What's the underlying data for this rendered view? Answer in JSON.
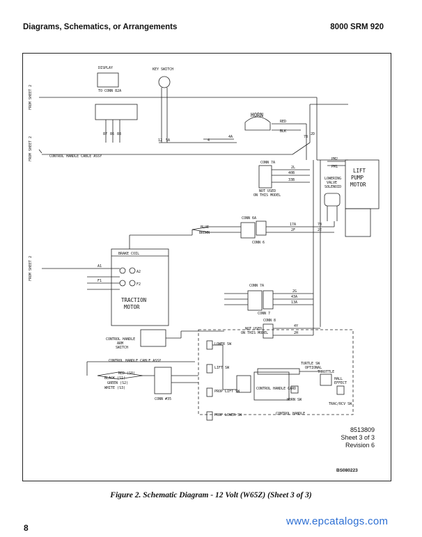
{
  "header": {
    "left_title": "Diagrams, Schematics, or Arrangements",
    "right_title": "8000 SRM 920"
  },
  "diagram": {
    "display": "DISPLAY",
    "to_conn": "TO CONN 82A",
    "key_switch": "KEY SWITCH",
    "from_sheet_top": "FROM SHEET 2",
    "from_sheet_mid": "FROM SHEET 2",
    "from_sheet_low": "FROM SHEET 2",
    "horn": "HORN",
    "control_handle_cable": "CONTROL HANDLE CABLE ASSY",
    "control_handle_cable_2": "CONTROL HANDLE CABLE ASSY",
    "lift_pump_motor_1": "LIFT",
    "lift_pump_motor_2": "PUMP",
    "lift_pump_motor_3": "MOTOR",
    "conn7a": "CONN 7A",
    "not_used_1": "NOT USED",
    "not_used_2": "ON THIS MODEL",
    "lowering_valve_1": "LOWERING",
    "lowering_valve_2": "VALVE",
    "lowering_valve_3": "SOLENOID",
    "conn6a": "CONN 6A",
    "conn6": "CONN 6",
    "blue": "BLUE",
    "brown": "BROWN",
    "brake_coil": "BRAKE COIL",
    "traction_motor_1": "TRACTION",
    "traction_motor_2": "MOTOR",
    "conn7": "CONN 7",
    "conn7a_lower": "CONN 7A",
    "conn8": "CONN 8",
    "not_used_3": "NOT USED",
    "not_used_4": "ON THIS MODEL",
    "ch_arm_switch_1": "CONTROL HANDLE",
    "ch_arm_switch_2": "ARM",
    "ch_arm_switch_3": "SWITCH",
    "red": "RED (S0)",
    "black": "BLACK (S1)",
    "green": "GREEN (S2)",
    "white": "WHITE (S3)",
    "conn_ds": "CONN #35",
    "lower_sw": "LOWER SW",
    "lift_sw": "LIFT SW",
    "prop_lift_sw": "PROP LIFT SW",
    "prop_lower_sw": "PROP LOWER SW",
    "control_handle_card": "CONTROL HANDLE CARD",
    "turtle_sw": "TURTLE SW",
    "optional": "OPTIONAL",
    "throttle_1": "THROTTLE",
    "throttle_2": "HALL",
    "throttle_3": "EFFECT",
    "horn_sw": "HORN SW",
    "trac_rev_sw": "TRAC/RCV SW",
    "control_handle": "CONTROL HANDLE",
    "wire_labels": {
      "w12": "12",
      "w5a": "5A",
      "w4a": "4A",
      "w4": "4",
      "wred": "RED",
      "wblk": "BLK",
      "w7b": "7B",
      "w2d": "2D",
      "wpm2": "PM2",
      "wpm1": "PM1",
      "w2l": "2L",
      "w40b": "40B",
      "w33b": "33B",
      "w17a": "17A",
      "w2f": "2F",
      "w7b2": "7B",
      "w2e": "2E",
      "w2g": "2G",
      "w43a": "43A",
      "w13a": "13A",
      "w4y": "4Y",
      "w2h": "2H",
      "wa1": "A1",
      "wa2": "A2",
      "wf1": "F1",
      "wf2": "F2",
      "w87": "87",
      "w86": "86",
      "w88": "88"
    }
  },
  "revision": {
    "doc_number": "8513809",
    "sheet": "Sheet 3 of 3",
    "revision": "Revision 6"
  },
  "drawing_id": "BS080223",
  "caption": "Figure 2.  Schematic Diagram - 12 Volt (W65Z) (Sheet 3 of 3)",
  "page_number": "8",
  "watermark": "www.epcatalogs.com"
}
